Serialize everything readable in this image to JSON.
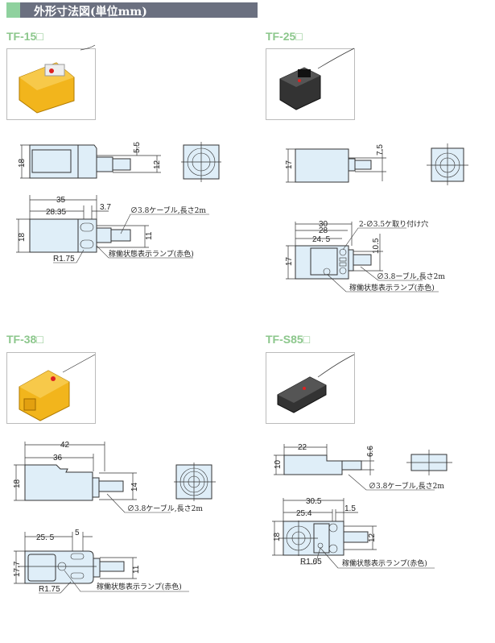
{
  "header": {
    "title": "外形寸法図(単位mm)",
    "accent_color": "#8fd19e",
    "bar_color": "#6b7080"
  },
  "models": [
    {
      "name": "TF-15□",
      "dims": {
        "d35": "35",
        "d28": "28.35",
        "d37": "3.7",
        "d18a": "18",
        "d18b": "18",
        "d55": "5.5",
        "d12": "12",
        "d11": "11",
        "r": "R1.75"
      },
      "cable": "∅3.8ケーブル,長さ2m",
      "lamp": "稼働状態表示ランプ(赤色)"
    },
    {
      "name": "TF-25□",
      "dims": {
        "d30": "30",
        "d28": "28",
        "d245": "24. 5",
        "d17a": "17",
        "d17b": "17",
        "d75": "7.5",
        "d105": "10.5"
      },
      "holes": "2-∅3.5ケ取り付け穴",
      "cable": "∅3.8ーブル,長さ2m",
      "lamp": "稼働状態表示ランプ(赤色)"
    },
    {
      "name": "TF-38□",
      "dims": {
        "d42": "42",
        "d36": "36",
        "d18": "18",
        "d14": "14",
        "d255": "25. 5",
        "d5": "5",
        "d177": "17.7",
        "d11": "11",
        "r": "R1.75"
      },
      "cable": "∅3.8ケーブル,長さ2m",
      "lamp": "稼働状態表示ランプ(赤色)"
    },
    {
      "name": "TF-S85□",
      "dims": {
        "d22": "22",
        "d10": "10",
        "d66": "6.6",
        "d305": "30.5",
        "d254": "25.4",
        "d15": "1.5",
        "d18": "18",
        "d12": "12",
        "r": "R1.65"
      },
      "cable": "∅3.8ケーブル,長さ2m",
      "lamp": "稼働状態表示ランプ(赤色)"
    }
  ]
}
